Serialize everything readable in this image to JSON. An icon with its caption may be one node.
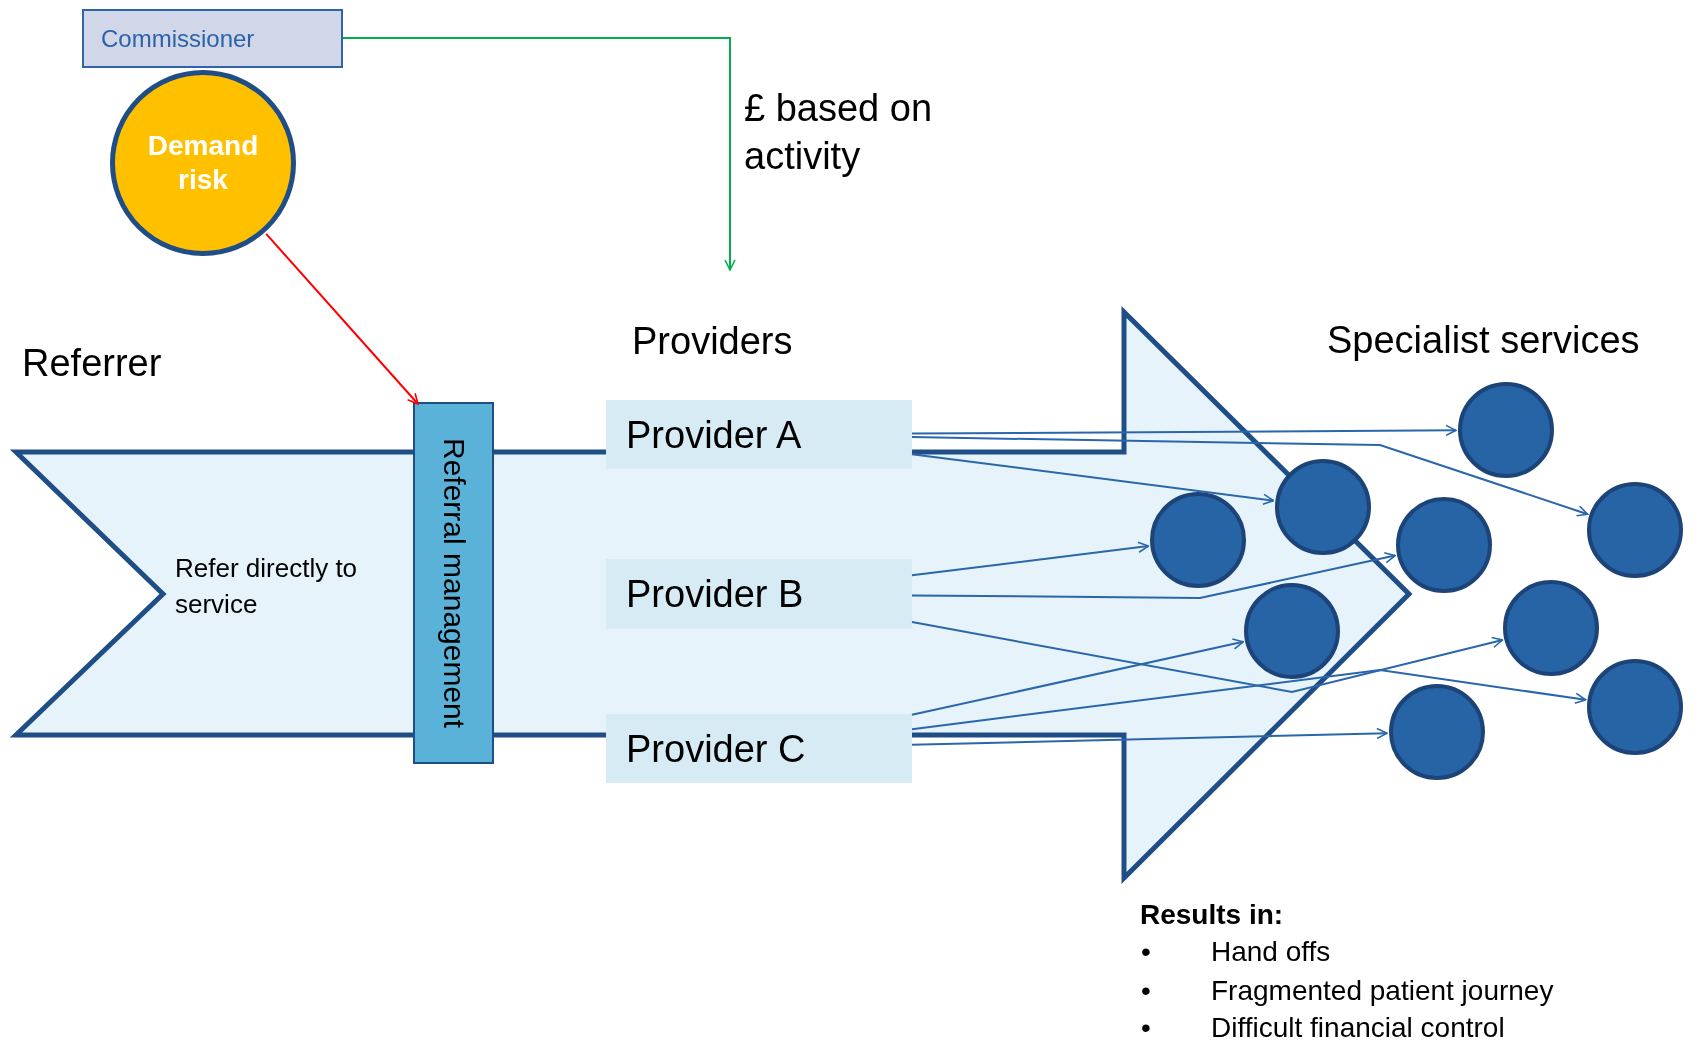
{
  "diagram": {
    "nodes": [
      {
        "text": [
          "Commissioner"
        ]
      },
      {
        "text": [
          "Demand risk"
        ]
      },
      {
        "text": [
          "Referral management"
        ]
      },
      {
        "text": [
          "Provider A"
        ]
      },
      {
        "text": [
          "Provider B"
        ]
      },
      {
        "text": [
          "Provider C"
        ]
      },
      {
        "text": [],
        "shape": "circle"
      },
      {
        "text": [],
        "shape": "circle"
      },
      {
        "text": [],
        "shape": "circle"
      },
      {
        "text": [],
        "shape": "circle"
      },
      {
        "text": [],
        "shape": "circle"
      },
      {
        "text": [],
        "shape": "circle"
      },
      {
        "text": [],
        "shape": "circle"
      },
      {
        "text": [],
        "shape": "circle"
      },
      {
        "text": [],
        "shape": "circle"
      }
    ],
    "edges": [
      {
        "from": 0,
        "to": null,
        "arrow": "to",
        "label": "£ based on activity",
        "color": "#00b050"
      },
      {
        "from": 1,
        "to": 2,
        "arrow": "to",
        "color": "#ff0000"
      },
      {
        "from": 3,
        "to": 6,
        "arrow": "to"
      },
      {
        "from": 3,
        "to": 7,
        "arrow": "to"
      },
      {
        "from": 3,
        "to": 8,
        "arrow": "to"
      },
      {
        "from": 4,
        "to": 9,
        "arrow": "to"
      },
      {
        "from": 4,
        "to": 10,
        "arrow": "to"
      },
      {
        "from": 4,
        "to": 11,
        "arrow": "to"
      },
      {
        "from": 5,
        "to": 12,
        "arrow": "to"
      },
      {
        "from": 5,
        "to": 13,
        "arrow": "to"
      },
      {
        "from": 5,
        "to": 14,
        "arrow": "to"
      }
    ],
    "labels": [
      "Referrer",
      "Providers",
      "Specialist services",
      "Refer directly to service",
      "Results in:",
      "•",
      "Hand offs",
      "•",
      "Fragmented patient journey",
      "•",
      "Difficult financial control"
    ]
  }
}
